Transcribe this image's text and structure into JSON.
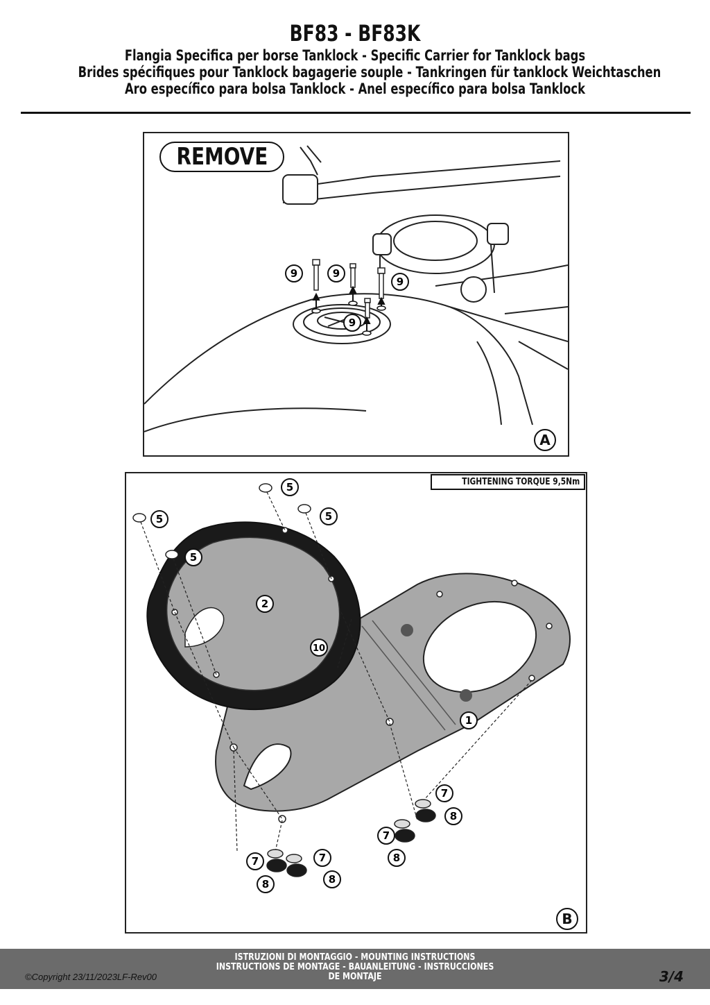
{
  "header": {
    "title": "BF83 - BF83K",
    "subtitles": [
      "Flangia Specifica per borse Tanklock - Specific Carrier for Tanklock bags",
      "Brides spécifiques pour Tanklock bagagerie souple - Tankringen für tanklock Weichtaschen",
      "Aro específico para bolsa Tanklock - Anel específico para bolsa Tanklock"
    ]
  },
  "panel_a": {
    "badge": "REMOVE",
    "corner_label": "A",
    "callouts": [
      "9",
      "9",
      "9",
      "9"
    ]
  },
  "panel_b": {
    "torque_note": "TIGHTENING TORQUE 9,5Nm",
    "corner_label": "B",
    "callouts": [
      "5",
      "5",
      "5",
      "5",
      "2",
      "10",
      "1",
      "7",
      "8",
      "7",
      "8",
      "7",
      "8",
      "7",
      "8"
    ]
  },
  "footer": {
    "copyright": "©Copyright 23/11/2023LF-Rev00",
    "instructions": [
      "ISTRUZIONI DI MONTAGGIO  -  MOUNTING INSTRUCTIONS",
      "INSTRUCTIONS DE MONTAGE - BAUANLEITUNG - INSTRUCCIONES",
      "DE MONTAJE"
    ],
    "page": "3/4"
  },
  "colors": {
    "footer_bar": "#6b6b6b",
    "plate_gray": "#a8a8a8",
    "ring_black": "#1a1a1a"
  }
}
